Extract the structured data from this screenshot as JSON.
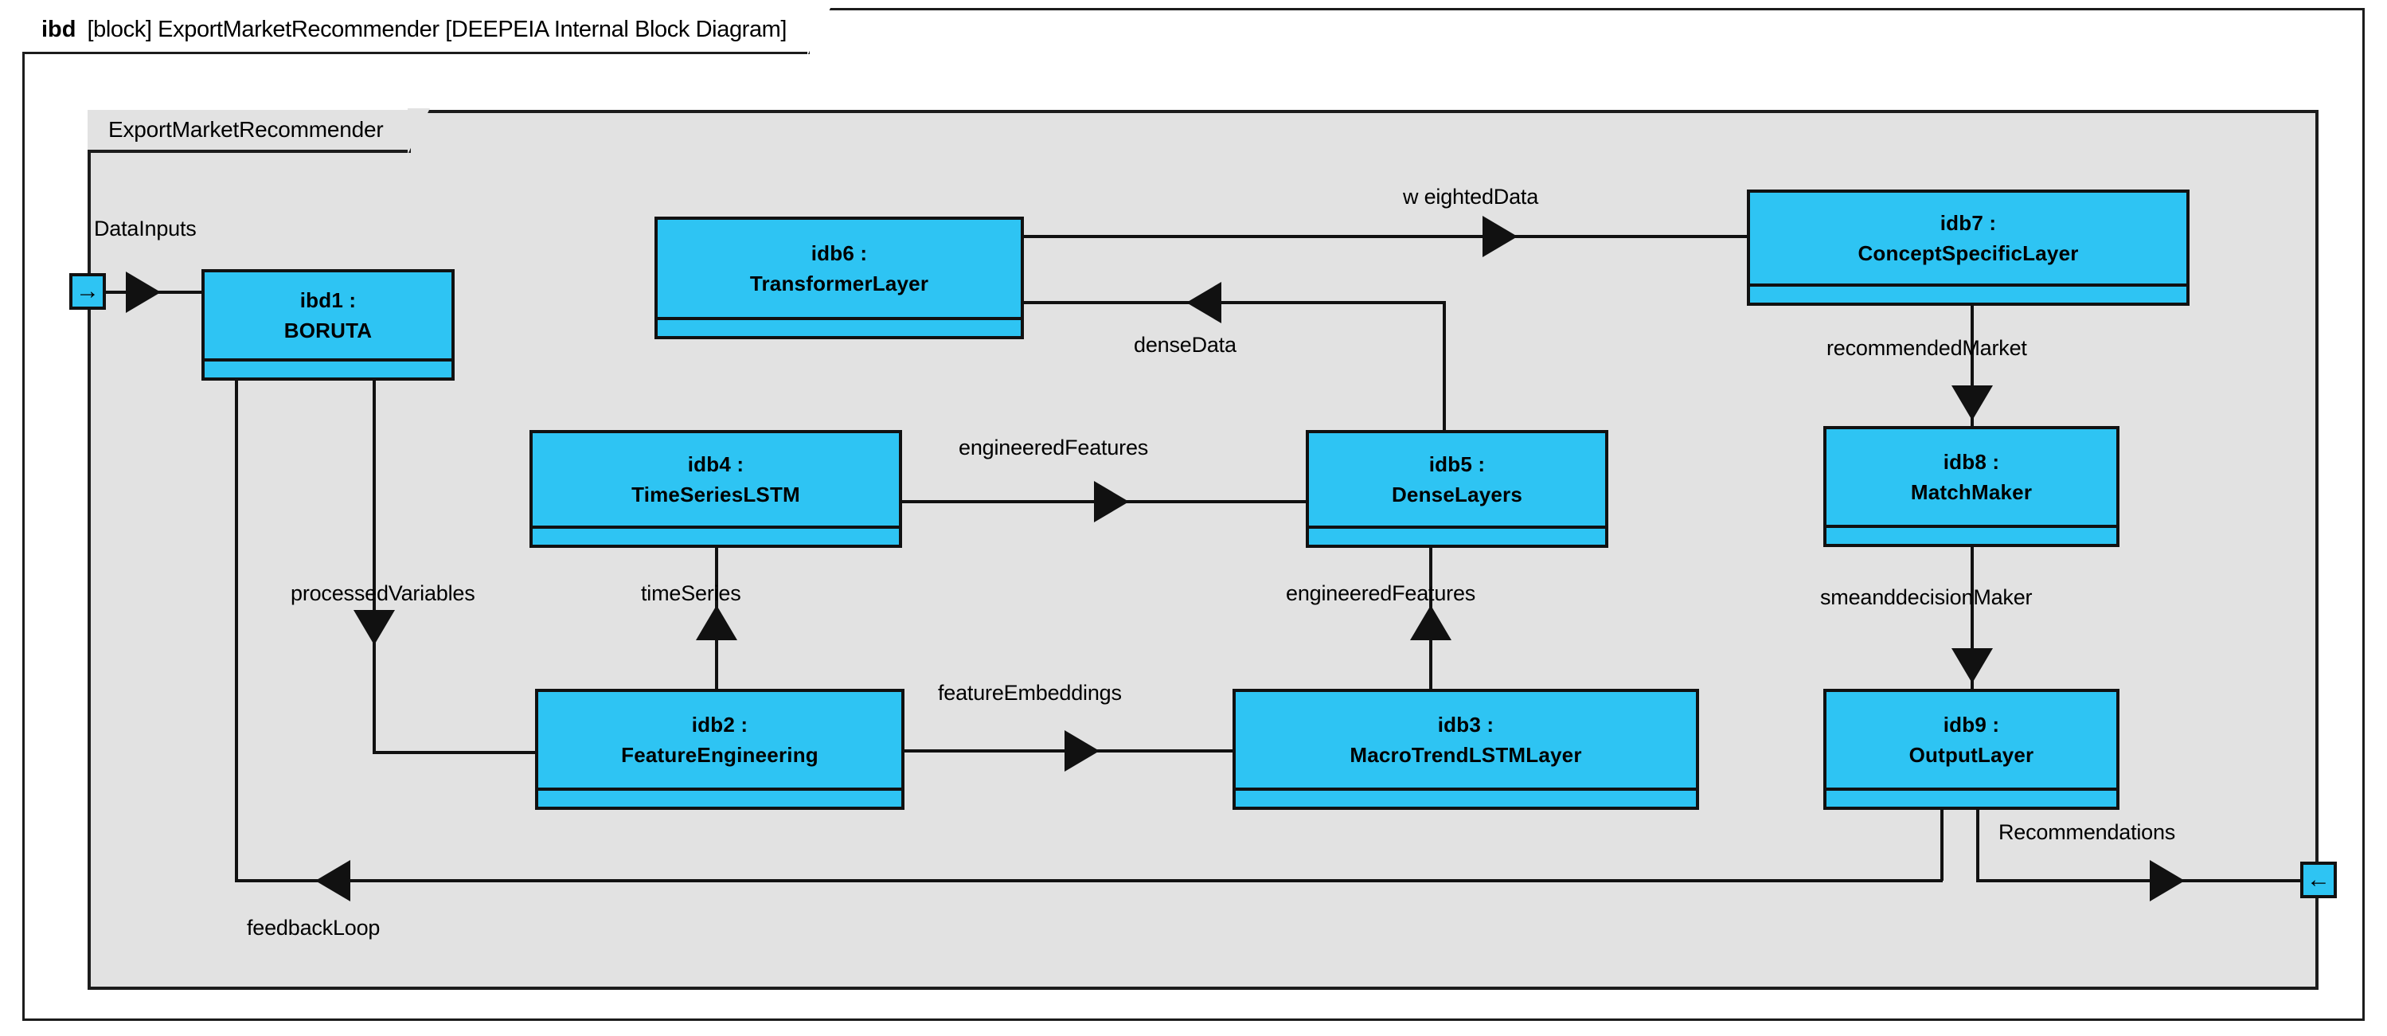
{
  "diagram": {
    "frame_keyword": "ibd",
    "frame_title": "[block] ExportMarketRecommender [DEEPEIA Internal Block Diagram]",
    "inner_frame_label": "ExportMarketRecommender",
    "type": "sysml-internal-block-diagram",
    "colors": {
      "block_fill": "#2ec4f3",
      "frame_fill": "#e2e2e2",
      "page_fill": "#ffffff",
      "line": "#111111"
    }
  },
  "ports": [
    {
      "id": "port-data-inputs",
      "label": "DataInputs",
      "icon": "arrow-right-icon",
      "glyph": "→",
      "side": "left"
    },
    {
      "id": "port-recommendations",
      "label": "Recommendations",
      "icon": "arrow-left-icon",
      "glyph": "←",
      "side": "right"
    }
  ],
  "blocks": [
    {
      "id": "ibd1",
      "name": "ibd1 :",
      "type": "BORUTA"
    },
    {
      "id": "idb2",
      "name": "idb2 :",
      "type": "FeatureEngineering"
    },
    {
      "id": "idb3",
      "name": "idb3 :",
      "type": "MacroTrendLSTMLayer"
    },
    {
      "id": "idb4",
      "name": "idb4 :",
      "type": "TimeSeriesLSTM"
    },
    {
      "id": "idb5",
      "name": "idb5 :",
      "type": "DenseLayers"
    },
    {
      "id": "idb6",
      "name": "idb6 :",
      "type": "TransformerLayer"
    },
    {
      "id": "idb7",
      "name": "idb7 :",
      "type": "ConceptSpecificLayer"
    },
    {
      "id": "idb8",
      "name": "idb8 :",
      "type": "MatchMaker"
    },
    {
      "id": "idb9",
      "name": "idb9 :",
      "type": "OutputLayer"
    }
  ],
  "connectors": [
    {
      "id": "c-datainputs",
      "label": "DataInputs",
      "from": "port-data-inputs",
      "to": "ibd1",
      "direction": "right"
    },
    {
      "id": "c-processedvariables",
      "label": "processedVariables",
      "from": "ibd1",
      "to": "idb2",
      "direction": "down"
    },
    {
      "id": "c-timeseries",
      "label": "timeSeries",
      "from": "idb2",
      "to": "idb4",
      "direction": "up"
    },
    {
      "id": "c-featureembeddings",
      "label": "featureEmbeddings",
      "from": "idb2",
      "to": "idb3",
      "direction": "right"
    },
    {
      "id": "c-engineeredfeatures-up",
      "label": "engineeredFeatures",
      "from": "idb3",
      "to": "idb5",
      "direction": "up"
    },
    {
      "id": "c-engineeredfeatures-right",
      "label": "engineeredFeatures",
      "from": "idb4",
      "to": "idb5",
      "direction": "right"
    },
    {
      "id": "c-densedata",
      "label": "denseData",
      "from": "idb5",
      "to": "idb6",
      "direction": "left"
    },
    {
      "id": "c-weighteddata",
      "label": "weightedData",
      "from": "idb6",
      "to": "idb7",
      "direction": "right"
    },
    {
      "id": "c-recommendedmarket",
      "label": "recommendedMarket",
      "from": "idb7",
      "to": "idb8",
      "direction": "down"
    },
    {
      "id": "c-smeanddecisionmaker",
      "label": "smeanddecisionMaker",
      "from": "idb8",
      "to": "idb9",
      "direction": "down"
    },
    {
      "id": "c-recommendations",
      "label": "Recommendations",
      "from": "idb9",
      "to": "port-recommendations",
      "direction": "right"
    },
    {
      "id": "c-feedbackloop",
      "label": "feedbackLoop",
      "from": "idb9",
      "to": "ibd1",
      "direction": "left"
    }
  ],
  "labels": {
    "data_inputs": "DataInputs",
    "processed_variables": "processedVariables",
    "time_series": "timeSeries",
    "feature_embeddings": "featureEmbeddings",
    "engineered_features_a": "engineeredFeatures",
    "engineered_features_b": "engineeredFeatures",
    "dense_data": "denseData",
    "weighted_data": "w eightedData",
    "recommended_market": "recommendedMarket",
    "sme_decision_maker": "smeanddecisionMaker",
    "recommendations": "Recommendations",
    "feedback_loop": "feedbackLoop"
  }
}
